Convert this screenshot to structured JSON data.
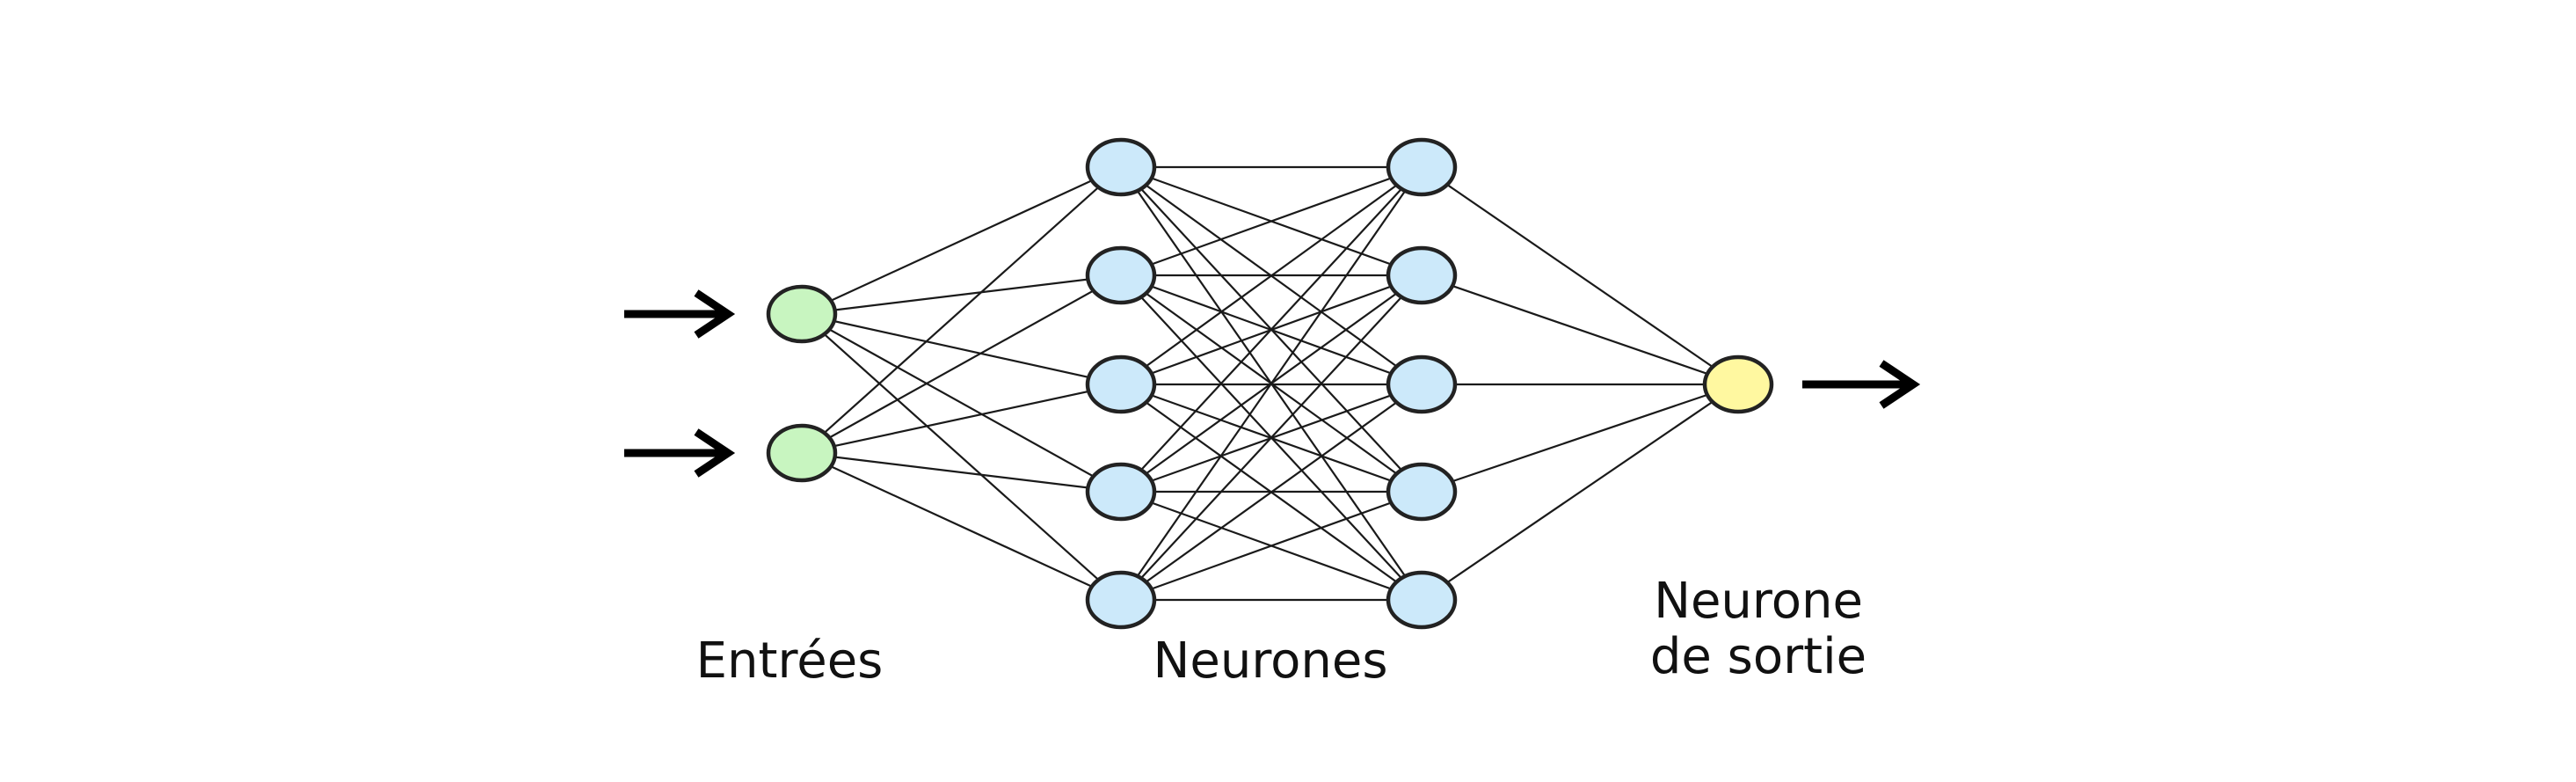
{
  "labels": {
    "inputs": "Entrées",
    "hidden": "Neurones",
    "output_line1": "Neurone",
    "output_line2": "de sortie"
  },
  "network": {
    "layers": [
      {
        "name": "inputs",
        "count": 2,
        "color": "#c8f5c0"
      },
      {
        "name": "hidden-1",
        "count": 5,
        "color": "#cce9fa"
      },
      {
        "name": "hidden-2",
        "count": 5,
        "color": "#cce9fa"
      },
      {
        "name": "output",
        "count": 1,
        "color": "#fff8a0"
      }
    ],
    "connection": "fully-connected"
  },
  "colors": {
    "input_node": "#c8f5c0",
    "hidden_node": "#cce9fa",
    "output_node": "#fff8a0",
    "stroke": "#222222"
  }
}
